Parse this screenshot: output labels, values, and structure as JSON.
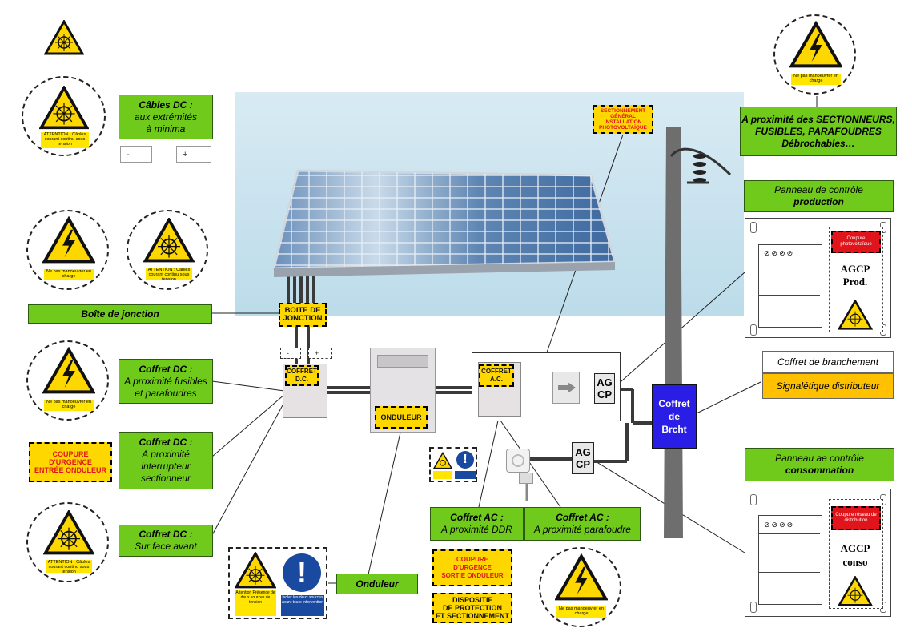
{
  "labels": {
    "cables_dc": {
      "title": "Câbles DC :",
      "line1": "aux extrémités",
      "line2": "à minima"
    },
    "boite_jonction": "Boîte de jonction",
    "coffret_dc_fusibles": {
      "title": "Coffret DC :",
      "line1": "A proximité fusibles",
      "line2": "et parafoudres"
    },
    "coffret_dc_interrupteur": {
      "title": "Coffret DC :",
      "line1": "A proximité",
      "line2": "interrupteur",
      "line3": "sectionneur"
    },
    "coffret_dc_face": {
      "title": "Coffret DC :",
      "line1": "Sur face avant"
    },
    "onduleur_label": "Onduleur",
    "coffret_ac_ddr": {
      "title": "Coffret AC :",
      "line1": "A proximité DDR"
    },
    "coffret_ac_parafoudre": {
      "title": "Coffret AC :",
      "line1": "A proximité  parafoudre"
    },
    "proximite_sectionneurs": {
      "line1": "A proximité des SECTIONNEURS,",
      "line2": "FUSIBLES, PARAFOUDRES",
      "line3": "Débrochables…"
    },
    "panneau_production": {
      "line1": "Panneau de contrôle",
      "line2": "production"
    },
    "coffret_branchement": "Coffret de branchement",
    "signaletique": "Signalétique distributeur",
    "panneau_consommation": {
      "line1": "Panneau ae contrôle",
      "line2": "consommation"
    }
  },
  "buttons": {
    "minus": "-",
    "plus": "+"
  },
  "small_buttons": {
    "minus": "-",
    "plus": "+"
  },
  "yellow_tags": {
    "boite": {
      "line1": "BOITE DE",
      "line2": "JONCTION"
    },
    "sectionnement": {
      "line1": "SECTIONNEMENT",
      "line2": "GÉNÉRAL",
      "line3": "INSTALLATION",
      "line4": "PHOTOVOLTAÏQUE"
    },
    "coffret_dc": {
      "line1": "COFFRET",
      "line2": "D.C."
    },
    "coffret_ac": {
      "line1": "COFFRET",
      "line2": "A.C."
    },
    "onduleur": "ONDULEUR",
    "coupure_entree": {
      "line1": "COUPURE",
      "line2": "D'URGENCE",
      "line3": "ENTRÉE ONDULEUR"
    },
    "coupure_sortie": {
      "line1": "COUPURE",
      "line2": "D'URGENCE",
      "line3": "SORTIE ONDULEUR"
    },
    "dispositif": {
      "line1": "DISPOSITIF",
      "line2": "DE PROTECTION",
      "line3": "ET SECTIONNEMENT"
    }
  },
  "sign_captions": {
    "ne_pas_manoeuvrer": "Ne pas manoeuvrer en charge",
    "attention_cables": "ATTENTION : Câbles courant continu sous tension",
    "attention_sources": "Attention Présence de deux sources de tension",
    "isoler": "Isoler les deux sources avant toute intervention"
  },
  "devices": {
    "agcp1": {
      "line1": "AG",
      "line2": "CP"
    },
    "agcp2": {
      "line1": "AG",
      "line2": "CP"
    },
    "coffret_brcht": {
      "line1": "Coffret",
      "line2": "de",
      "line3": "Brcht"
    }
  },
  "panel_prod": {
    "red": "Coupure photovoltaïque",
    "line1": "AGCP",
    "line2": "Prod."
  },
  "panel_conso": {
    "red": "Coupure réseau de distribution",
    "line1": "AGCP",
    "line2": "conso"
  },
  "colors": {
    "label_green": "#6fca1c",
    "tag_yellow": "#ffd700",
    "brcht_blue": "#2a1ee6",
    "signal_orange": "#ffc000",
    "warning_yellow": "#ffe500"
  }
}
